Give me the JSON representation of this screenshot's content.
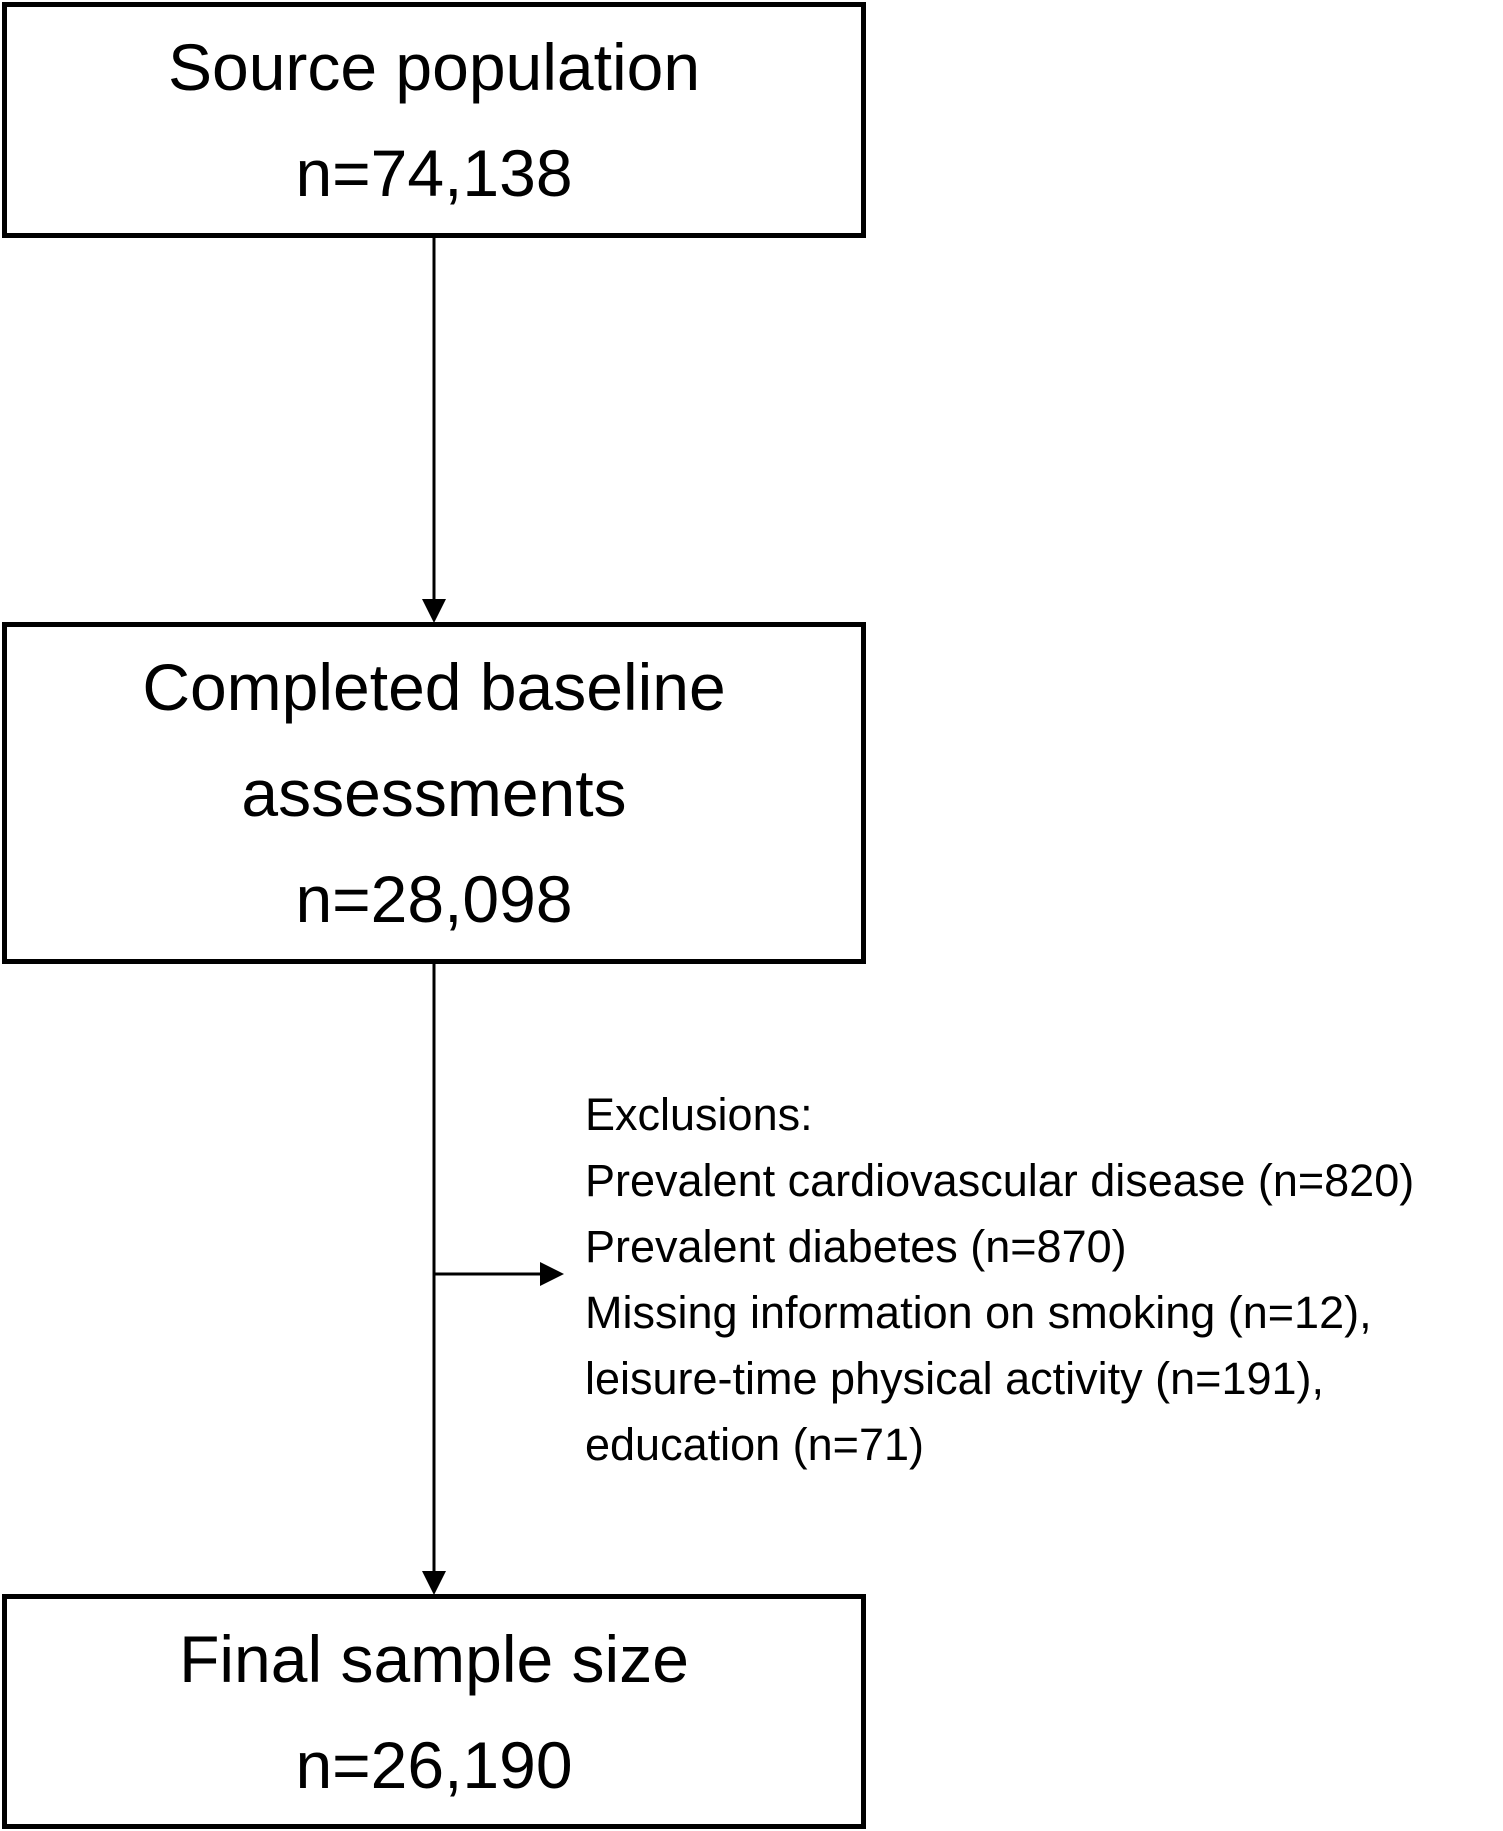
{
  "boxes": {
    "source": {
      "title": "Source population",
      "count": "n=74,138"
    },
    "baseline": {
      "title_line1": "Completed baseline",
      "title_line2": "assessments",
      "count": "n=28,098"
    },
    "final": {
      "title": "Final sample size",
      "count": "n=26,190"
    }
  },
  "exclusions": {
    "heading": "Exclusions:",
    "items": [
      "Prevalent cardiovascular disease (n=820)",
      "Prevalent diabetes (n=870)",
      "Missing information on smoking (n=12),",
      "leisure-time physical activity (n=191),",
      "education (n=71)"
    ]
  },
  "colors": {
    "stroke": "#000000",
    "background": "#ffffff"
  }
}
